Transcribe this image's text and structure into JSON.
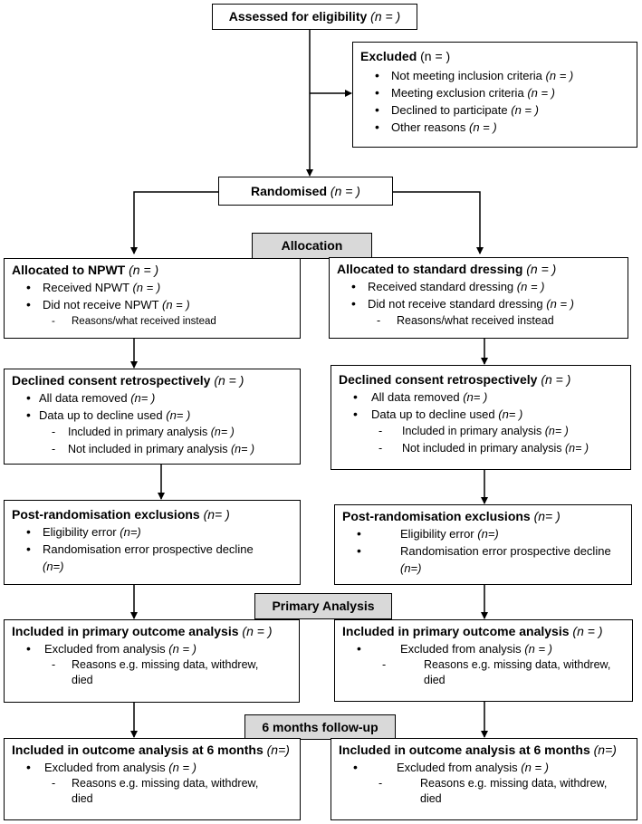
{
  "assessed": {
    "label": "Assessed for eligibility",
    "n": "(n = )"
  },
  "excluded": {
    "title": "Excluded",
    "n": "(n = )",
    "items": [
      {
        "text": "Not meeting inclusion criteria",
        "n": "(n = )"
      },
      {
        "text": "Meeting exclusion criteria",
        "n": "(n = )"
      },
      {
        "text": "Declined to participate",
        "n": "(n = )"
      },
      {
        "text": "Other reasons",
        "n": "(n = )"
      }
    ]
  },
  "randomised": {
    "label": "Randomised",
    "n": "(n = )"
  },
  "stages": {
    "allocation": "Allocation",
    "primary": "Primary Analysis",
    "followup": "6 months follow-up"
  },
  "left": {
    "allocated": {
      "title": "Allocated to NPWT",
      "n": "(n = )",
      "item1": "Received NPWT",
      "item1_n": "(n = )",
      "item2": "Did not receive NPWT",
      "item2_n": "(n = )",
      "sub": "Reasons/what received instead"
    },
    "declined": {
      "title": "Declined consent retrospectively",
      "n": "(n = )",
      "item1": "All data removed",
      "item1_n": "(n= )",
      "item2": "Data up to decline used",
      "item2_n": "(n= )",
      "sub1": "Included in primary analysis",
      "sub1_n": "(n= )",
      "sub2": "Not included in primary analysis",
      "sub2_n": "(n= )"
    },
    "post": {
      "title": "Post-randomisation exclusions",
      "n": "(n= )",
      "item1": "Eligibility error",
      "item1_n": "(n=)",
      "item2": "Randomisation error prospective decline",
      "item2_n": "(n=)"
    },
    "primary": {
      "title": "Included in primary outcome analysis",
      "n": "(n = )",
      "item": "Excluded from analysis",
      "item_n": "(n = )",
      "sub": "Reasons e.g. missing data, withdrew, died"
    },
    "followup": {
      "title": "Included in outcome analysis at 6 months",
      "n": "(n=)",
      "item": "Excluded from analysis",
      "item_n": "(n = )",
      "sub": "Reasons e.g. missing data, withdrew, died"
    }
  },
  "right": {
    "allocated": {
      "title": "Allocated to standard dressing",
      "n": "(n = )",
      "item1": "Received standard dressing",
      "item1_n": "(n = )",
      "item2": "Did not receive standard dressing",
      "item2_n": "(n = )",
      "sub": "Reasons/what received instead"
    },
    "declined": {
      "title": "Declined consent retrospectively",
      "n": "(n = )",
      "item1": "All data removed",
      "item1_n": "(n= )",
      "item2": "Data up to decline used",
      "item2_n": "(n= )",
      "sub1": "Included in primary analysis",
      "sub1_n": "(n= )",
      "sub2": "Not included in primary analysis",
      "sub2_n": "(n= )"
    },
    "post": {
      "title": "Post-randomisation exclusions",
      "n": "(n= )",
      "item1": "Eligibility error",
      "item1_n": "(n=)",
      "item2": "Randomisation error prospective decline",
      "item2_n": "(n=)"
    },
    "primary": {
      "title": "Included in primary outcome analysis",
      "n": "(n = )",
      "item": "Excluded from analysis",
      "item_n": "(n = )",
      "sub": "Reasons e.g. missing data, withdrew, died"
    },
    "followup": {
      "title": "Included in outcome analysis at 6 months",
      "n": "(n=)",
      "item": "Excluded from analysis",
      "item_n": "(n = )",
      "sub": "Reasons e.g. missing data, withdrew, died"
    }
  }
}
